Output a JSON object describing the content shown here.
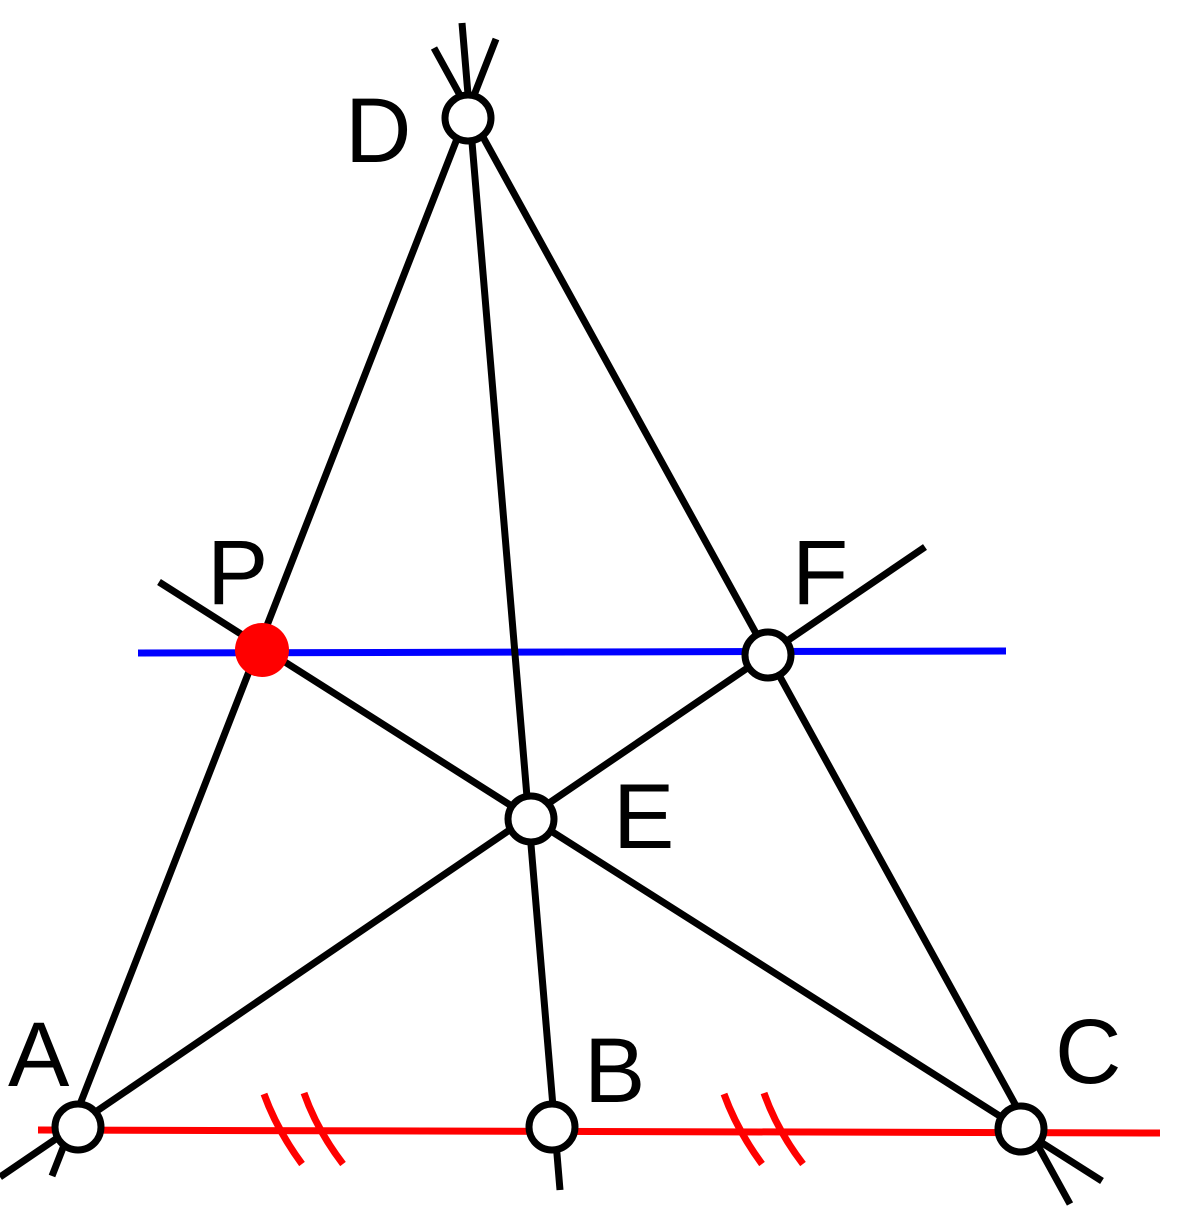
{
  "points": {
    "A": {
      "label": "A",
      "style": "open"
    },
    "B": {
      "label": "B",
      "style": "open"
    },
    "C": {
      "label": "C",
      "style": "open"
    },
    "D": {
      "label": "D",
      "style": "open"
    },
    "E": {
      "label": "E",
      "style": "open"
    },
    "F": {
      "label": "F",
      "style": "open"
    },
    "P": {
      "label": "P",
      "style": "filled"
    }
  },
  "colors": {
    "lines": "#000000",
    "baseline": "#ff0000",
    "parallel": "#0000ff",
    "point_fill": "#ffffff",
    "highlight_point": "#ff0000"
  }
}
